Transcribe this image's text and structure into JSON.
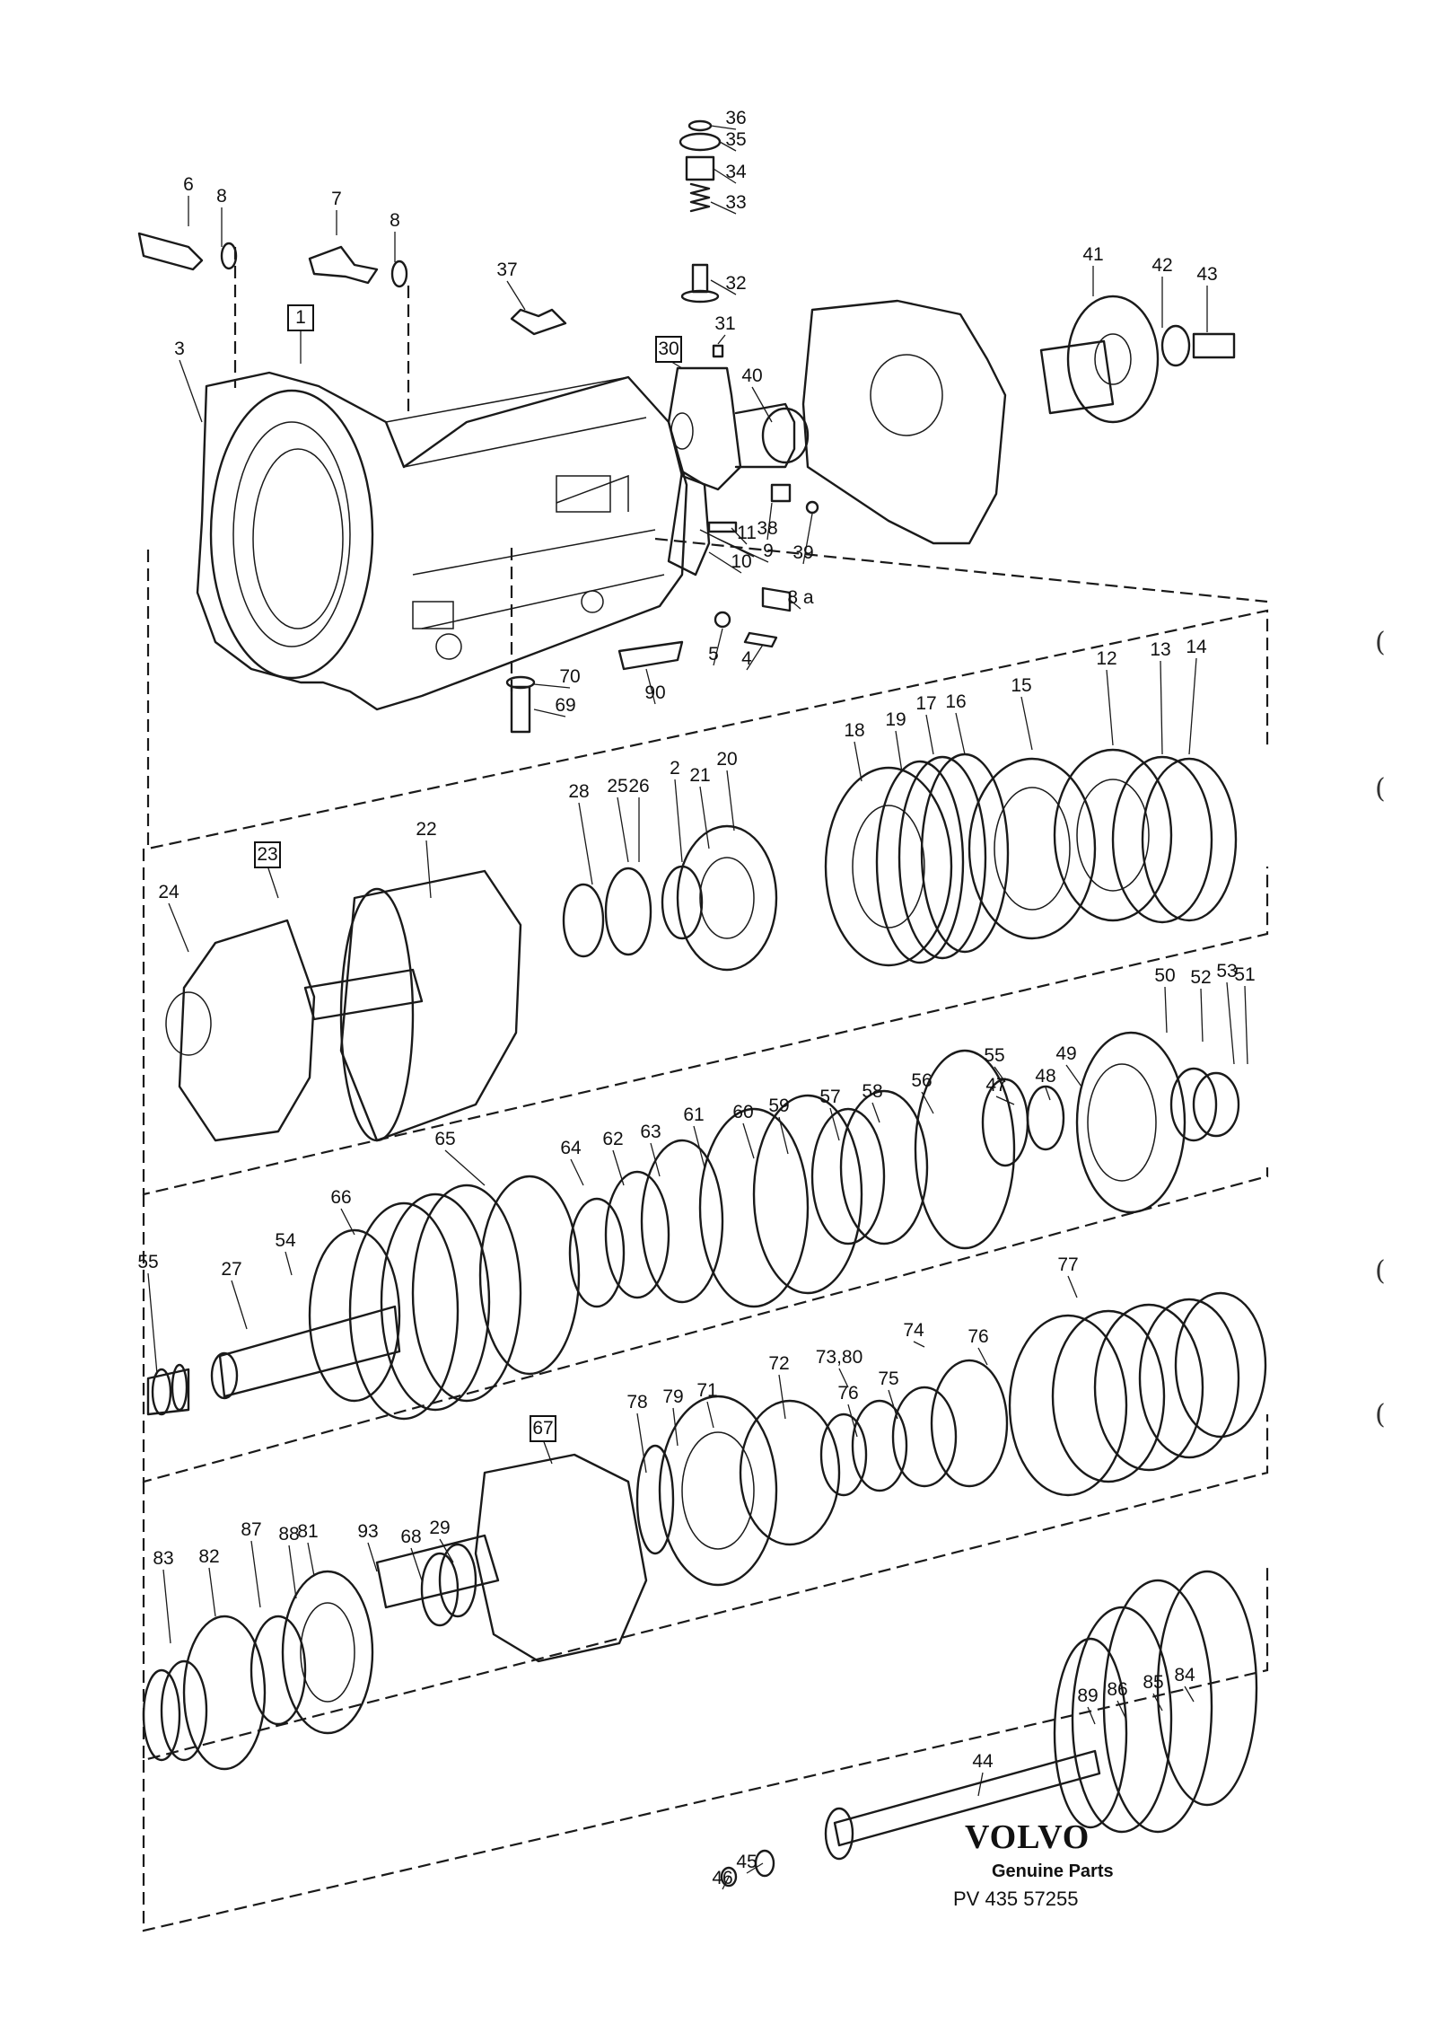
{
  "callouts": [
    {
      "n": "1",
      "boxed": true
    },
    {
      "n": "3"
    },
    {
      "n": "6"
    },
    {
      "n": "8"
    },
    {
      "n": "7"
    },
    {
      "n": "8"
    },
    {
      "n": "37"
    },
    {
      "n": "36"
    },
    {
      "n": "35"
    },
    {
      "n": "34"
    },
    {
      "n": "33"
    },
    {
      "n": "32"
    },
    {
      "n": "31"
    },
    {
      "n": "30",
      "boxed": true
    },
    {
      "n": "40"
    },
    {
      "n": "41"
    },
    {
      "n": "42"
    },
    {
      "n": "43"
    },
    {
      "n": "38"
    },
    {
      "n": "39"
    },
    {
      "n": "11"
    },
    {
      "n": "10"
    },
    {
      "n": "9"
    },
    {
      "n": "8 a"
    },
    {
      "n": "5"
    },
    {
      "n": "4"
    },
    {
      "n": "70"
    },
    {
      "n": "69"
    },
    {
      "n": "90"
    },
    {
      "n": "18"
    },
    {
      "n": "19"
    },
    {
      "n": "17"
    },
    {
      "n": "16"
    },
    {
      "n": "15"
    },
    {
      "n": "12"
    },
    {
      "n": "13"
    },
    {
      "n": "14"
    },
    {
      "n": "28"
    },
    {
      "n": "25"
    },
    {
      "n": "26"
    },
    {
      "n": "2"
    },
    {
      "n": "21"
    },
    {
      "n": "20"
    },
    {
      "n": "22"
    },
    {
      "n": "23",
      "boxed": true
    },
    {
      "n": "24"
    },
    {
      "n": "55"
    },
    {
      "n": "47"
    },
    {
      "n": "48"
    },
    {
      "n": "49"
    },
    {
      "n": "50"
    },
    {
      "n": "52"
    },
    {
      "n": "53"
    },
    {
      "n": "51"
    },
    {
      "n": "65"
    },
    {
      "n": "64"
    },
    {
      "n": "62"
    },
    {
      "n": "63"
    },
    {
      "n": "61"
    },
    {
      "n": "60"
    },
    {
      "n": "59"
    },
    {
      "n": "57"
    },
    {
      "n": "58"
    },
    {
      "n": "56"
    },
    {
      "n": "66"
    },
    {
      "n": "54"
    },
    {
      "n": "27"
    },
    {
      "n": "55"
    },
    {
      "n": "77"
    },
    {
      "n": "74"
    },
    {
      "n": "73,80"
    },
    {
      "n": "72"
    },
    {
      "n": "71"
    },
    {
      "n": "79"
    },
    {
      "n": "78"
    },
    {
      "n": "76"
    },
    {
      "n": "75"
    },
    {
      "n": "76"
    },
    {
      "n": "67",
      "boxed": true
    },
    {
      "n": "93"
    },
    {
      "n": "68"
    },
    {
      "n": "29"
    },
    {
      "n": "81"
    },
    {
      "n": "88"
    },
    {
      "n": "87"
    },
    {
      "n": "82"
    },
    {
      "n": "83"
    },
    {
      "n": "89"
    },
    {
      "n": "86"
    },
    {
      "n": "85"
    },
    {
      "n": "84"
    },
    {
      "n": "44"
    },
    {
      "n": "46"
    },
    {
      "n": "45"
    }
  ],
  "brand": {
    "logo": "VOLVO",
    "subtitle": "Genuine Parts",
    "reference": "PV 435 57255"
  },
  "margin_marks": [
    "(",
    "(",
    "(",
    "("
  ]
}
